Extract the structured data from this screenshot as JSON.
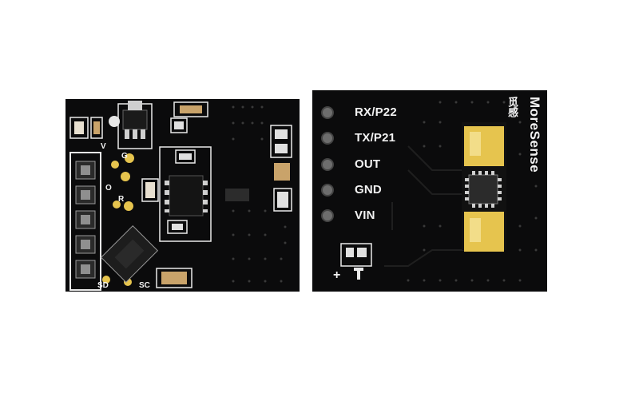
{
  "left_board": {
    "silkscreen_top": "V",
    "silkscreen_mid1": "G",
    "silkscreen_mid2": "O",
    "silkscreen_mid3": "R",
    "label_sd": "SD",
    "label_sc": "SC"
  },
  "right_board": {
    "pins": [
      {
        "label": "RX/P22"
      },
      {
        "label": "TX/P21"
      },
      {
        "label": "OUT"
      },
      {
        "label": "GND"
      },
      {
        "label": "VIN"
      }
    ],
    "brand": "MoreSense",
    "chinese_mark": "觅感",
    "plus_mark": "+"
  },
  "colors": {
    "pcb": "#0b0b0c",
    "silkscreen": "#f2f2f2",
    "gold_pad": "#e6c44e",
    "header_pin": "#8f8f8f"
  }
}
